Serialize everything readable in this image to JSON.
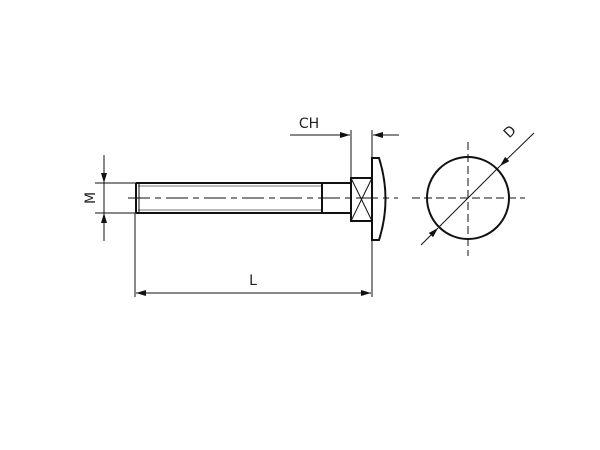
{
  "diagram": {
    "type": "technical-drawing",
    "subject": "carriage bolt",
    "colors": {
      "line": "#111111",
      "background": "#ffffff"
    },
    "dimensions": {
      "ch_label": "CH",
      "m_label": "M",
      "l_label": "L",
      "d_label": "D"
    },
    "views": [
      "side-view",
      "end-view"
    ]
  }
}
